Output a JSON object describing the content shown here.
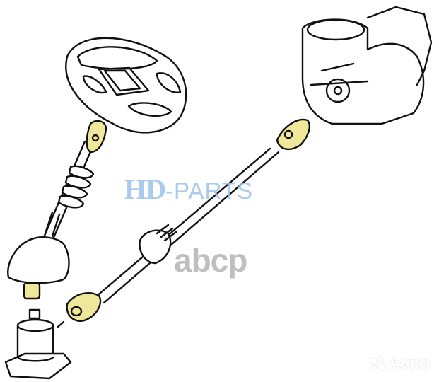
{
  "image": {
    "subject": "Steering column assembly exploded line drawing",
    "highlight_color": "#efe79a",
    "line_color": "#111111"
  },
  "parts": [
    {
      "name": "steering-wheel"
    },
    {
      "name": "upper-steering-column"
    },
    {
      "name": "intermediate-shaft"
    },
    {
      "name": "steering-gearbox"
    },
    {
      "name": "universal-joint-upper"
    },
    {
      "name": "universal-joint-lower"
    },
    {
      "name": "column-boot"
    },
    {
      "name": "column-base-mount"
    }
  ],
  "watermarks": {
    "hd_parts": {
      "main": "HD",
      "sub": "-PARTS",
      "color": "#9cc3ea"
    },
    "abcp": {
      "text": "abcp",
      "color": "#b5b5b5"
    },
    "avito": {
      "text": "Avito",
      "color": "#ffffff"
    }
  }
}
